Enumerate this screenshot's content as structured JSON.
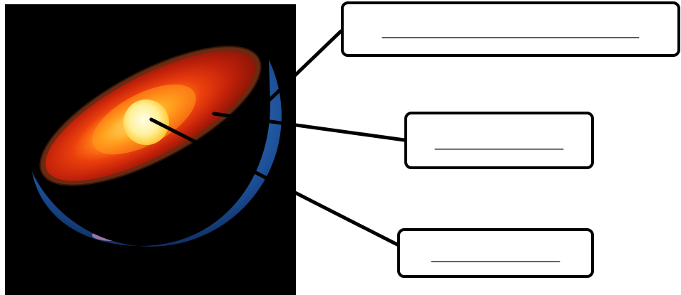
{
  "diagram": {
    "labels": [
      {
        "id": "crust",
        "blank": "____________________________________"
      },
      {
        "id": "mantle",
        "blank": "__________________"
      },
      {
        "id": "core",
        "blank": "__________________"
      }
    ]
  },
  "colors": {
    "background": "#000000",
    "inner_core": "#fff4a0",
    "outer_core": "#ffb21a",
    "mantle": "#d8260a",
    "crust": "#7a2a10",
    "ocean": "#2a67b3",
    "outline": "#000000"
  }
}
